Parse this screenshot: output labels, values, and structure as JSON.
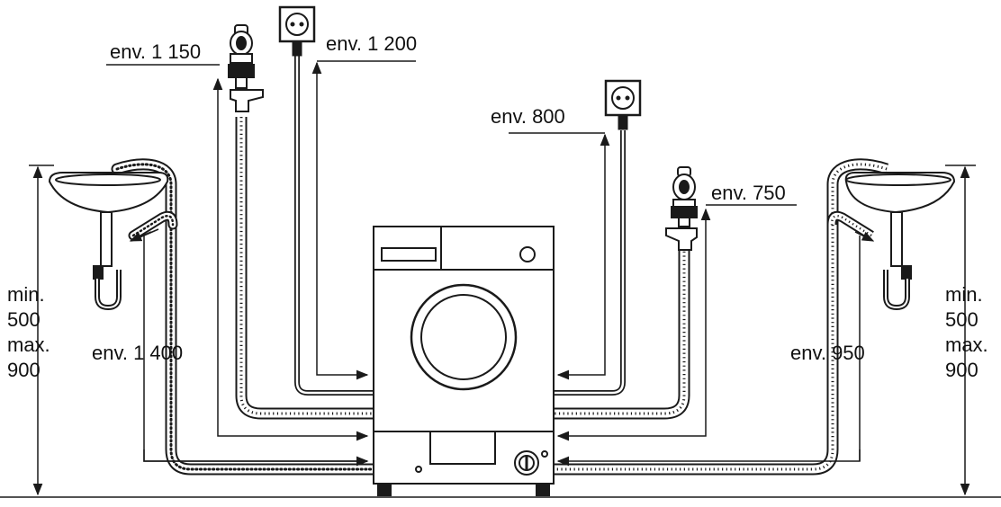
{
  "labels": {
    "inlet_left": "env. 1 150",
    "socket_left": "env. 1 200",
    "socket_right": "env. 800",
    "inlet_right": "env. 750",
    "drain_left": "env. 1 400",
    "drain_right": "env. 950"
  },
  "height_left": [
    "min.",
    "500",
    "max.",
    "900"
  ],
  "height_right": [
    "min.",
    "500",
    "max.",
    "900"
  ],
  "colors": {
    "line": "#1a1a1a",
    "hose_fill": "#ffffff",
    "bg": "#ffffff"
  }
}
